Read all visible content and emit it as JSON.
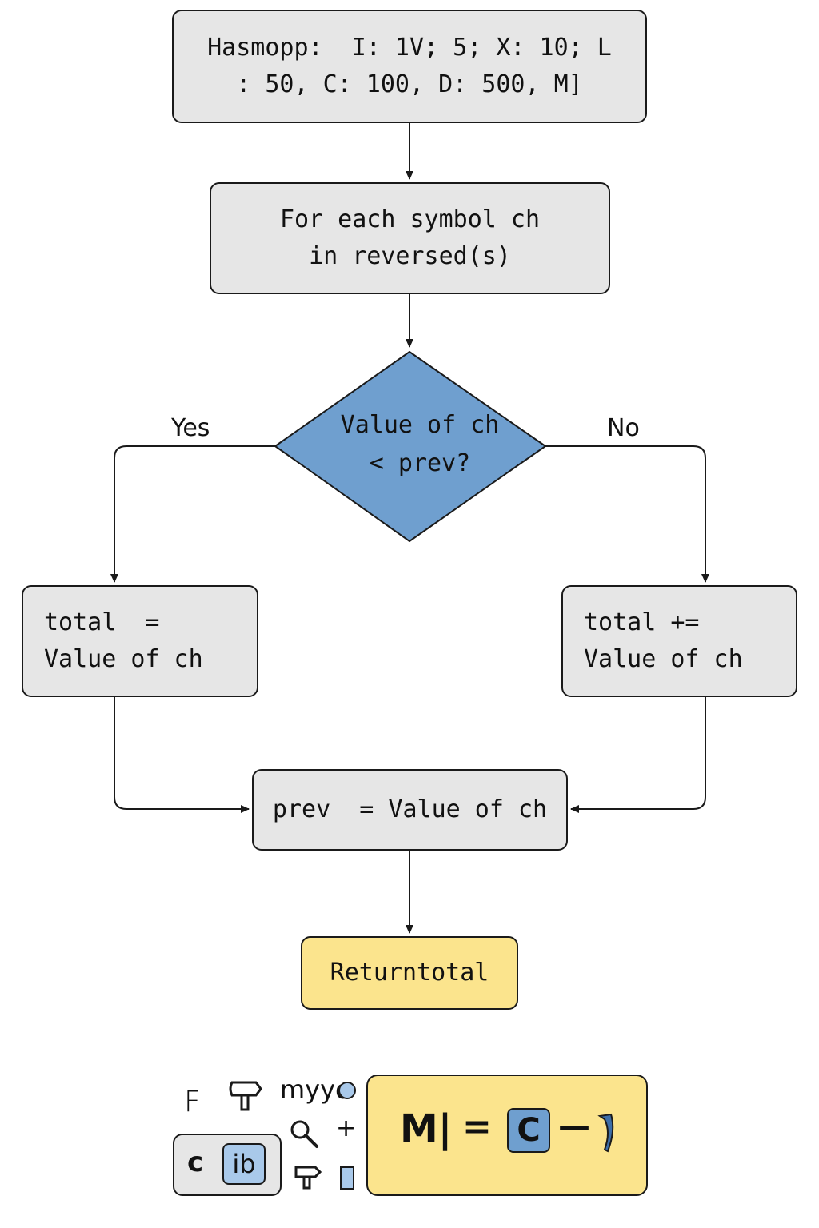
{
  "flow": {
    "init": {
      "line1": "Hasmopp:  I: 1V; 5; X: 10; L",
      "line2": ": 50, C: 100, D: 500, M]"
    },
    "loop": {
      "line1": "For each symbol ch",
      "line2": "in reversed(s)"
    },
    "decision": {
      "line1": "Value of ch",
      "line2": "< prev?",
      "yes_label": "Yes",
      "no_label": "No"
    },
    "subtract": {
      "line1": "total  =",
      "line2": "Value of ch"
    },
    "add": {
      "line1": "total +=",
      "line2": "Value of ch"
    },
    "update_prev": {
      "text": "prev  = Value of ch"
    },
    "return": {
      "text": "Returntotal"
    }
  },
  "legend": {
    "f_glyph": "F",
    "myyo_text": "myyo",
    "plus_glyph": "+",
    "chip_c": "c",
    "chip_ib": "ib",
    "formula": {
      "lhs": "M|",
      "equals": "=",
      "c_chip": "C",
      "minus": "—"
    }
  },
  "colors": {
    "box_fill": "#e6e6e6",
    "diamond_fill": "#6f9fcf",
    "return_fill": "#fbe48d",
    "stroke": "#1a1a1a",
    "accent_blue": "#a9c9ea"
  },
  "icons": [
    "signpost-icon",
    "circle-icon",
    "magnifier-icon",
    "small-signpost-icon",
    "blue-rectangle-icon",
    "bracket-icon"
  ]
}
